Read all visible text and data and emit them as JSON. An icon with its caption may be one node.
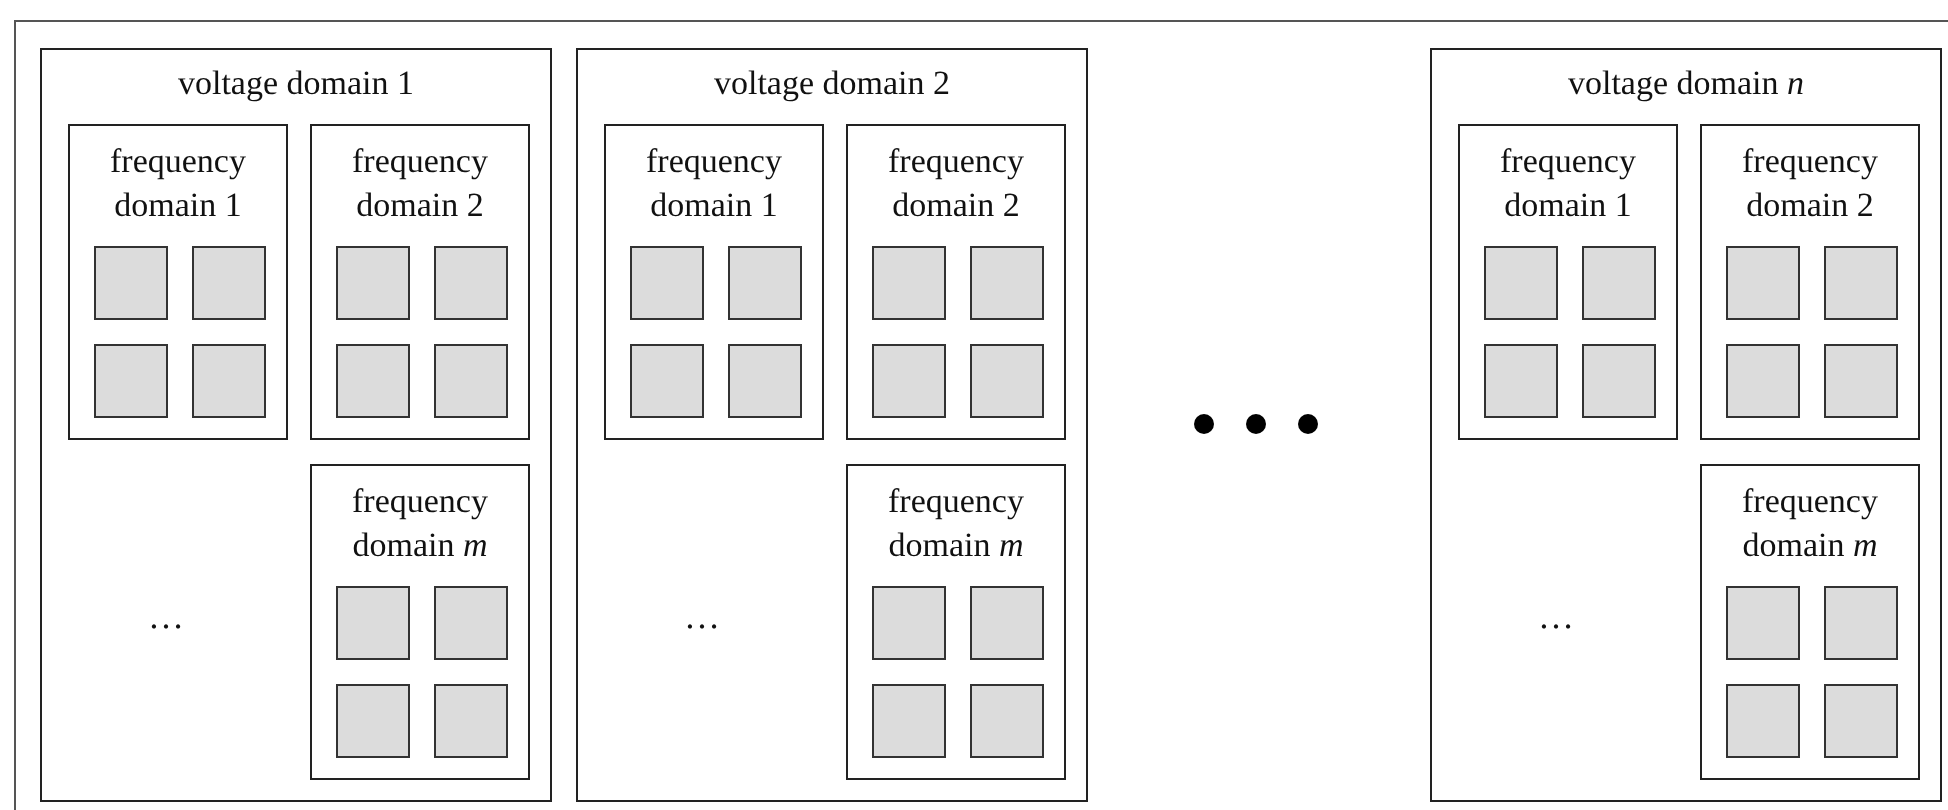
{
  "diagram": {
    "nodes": [
      {
        "text": [],
        "shape": "box"
      },
      {
        "text": [
          "voltage domain 1"
        ],
        "in": 0
      },
      {
        "text": [
          "frequency domain 1"
        ],
        "in": 1
      },
      {
        "text": [],
        "shape": "box",
        "in": 2
      },
      {
        "text": [],
        "shape": "box",
        "in": 2
      },
      {
        "text": [],
        "shape": "box",
        "in": 2
      },
      {
        "text": [],
        "shape": "box",
        "in": 2
      },
      {
        "text": [
          "frequency domain 2"
        ],
        "in": 1
      },
      {
        "text": [],
        "shape": "box",
        "in": 7
      },
      {
        "text": [],
        "shape": "box",
        "in": 7
      },
      {
        "text": [],
        "shape": "box",
        "in": 7
      },
      {
        "text": [],
        "shape": "box",
        "in": 7
      },
      {
        "text": [
          "frequency domain *m*"
        ],
        "in": 1
      },
      {
        "text": [],
        "shape": "box",
        "in": 12
      },
      {
        "text": [],
        "shape": "box",
        "in": 12
      },
      {
        "text": [],
        "shape": "box",
        "in": 12
      },
      {
        "text": [],
        "shape": "box",
        "in": 12
      },
      {
        "text": [
          "voltage domain 2"
        ],
        "in": 0
      },
      {
        "text": [
          "frequency domain 1"
        ],
        "in": 17
      },
      {
        "text": [],
        "shape": "box",
        "in": 18
      },
      {
        "text": [],
        "shape": "box",
        "in": 18
      },
      {
        "text": [],
        "shape": "box",
        "in": 18
      },
      {
        "text": [],
        "shape": "box",
        "in": 18
      },
      {
        "text": [
          "frequency domain 2"
        ],
        "in": 17
      },
      {
        "text": [],
        "shape": "box",
        "in": 23
      },
      {
        "text": [],
        "shape": "box",
        "in": 23
      },
      {
        "text": [],
        "shape": "box",
        "in": 23
      },
      {
        "text": [],
        "shape": "box",
        "in": 23
      },
      {
        "text": [
          "frequency domain *m*"
        ],
        "in": 17
      },
      {
        "text": [],
        "shape": "box",
        "in": 28
      },
      {
        "text": [],
        "shape": "box",
        "in": 28
      },
      {
        "text": [],
        "shape": "box",
        "in": 28
      },
      {
        "text": [],
        "shape": "box",
        "in": 28
      },
      {
        "text": [
          "voltage domain *n*"
        ],
        "in": 0
      },
      {
        "text": [
          "frequency domain 1"
        ],
        "in": 33
      },
      {
        "text": [],
        "shape": "box",
        "in": 34
      },
      {
        "text": [],
        "shape": "box",
        "in": 34
      },
      {
        "text": [],
        "shape": "box",
        "in": 34
      },
      {
        "text": [],
        "shape": "box",
        "in": 34
      },
      {
        "text": [
          "frequency domain 2"
        ],
        "in": 33
      },
      {
        "text": [],
        "shape": "box",
        "in": 39
      },
      {
        "text": [],
        "shape": "box",
        "in": 39
      },
      {
        "text": [],
        "shape": "box",
        "in": 39
      },
      {
        "text": [],
        "shape": "box",
        "in": 39
      },
      {
        "text": [
          "frequency domain *m*"
        ],
        "in": 33
      },
      {
        "text": [],
        "shape": "box",
        "in": 44
      },
      {
        "text": [],
        "shape": "box",
        "in": 44
      },
      {
        "text": [],
        "shape": "box",
        "in": 44
      },
      {
        "text": [],
        "shape": "box",
        "in": 44
      }
    ],
    "labels": [
      "…",
      "…",
      "…"
    ]
  }
}
